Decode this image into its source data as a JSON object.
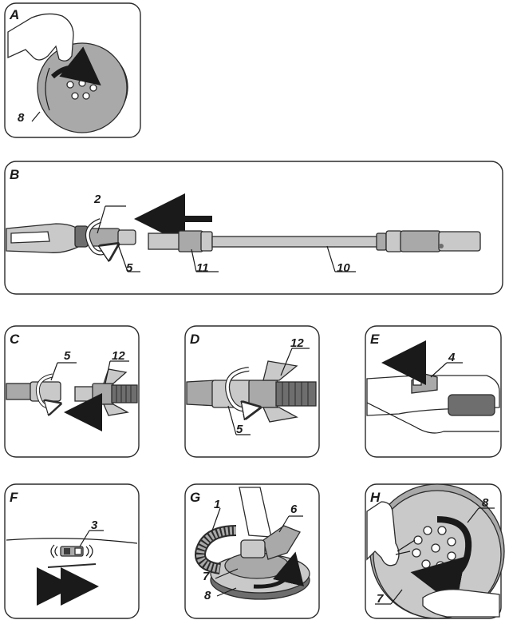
{
  "panels": {
    "a": {
      "label": "A",
      "callouts": [
        "8"
      ]
    },
    "b": {
      "label": "B",
      "callouts": [
        "2",
        "5",
        "11",
        "10"
      ]
    },
    "c": {
      "label": "C",
      "callouts": [
        "5",
        "12"
      ]
    },
    "d": {
      "label": "D",
      "callouts": [
        "12",
        "5"
      ]
    },
    "e": {
      "label": "E",
      "callouts": [
        "4"
      ]
    },
    "f": {
      "label": "F",
      "callouts": [
        "3"
      ]
    },
    "g": {
      "label": "G",
      "callouts": [
        "1",
        "6",
        "7",
        "8"
      ]
    },
    "h": {
      "label": "H",
      "callouts": [
        "8",
        "7"
      ]
    }
  },
  "colors": {
    "outline": "#2b2b2b",
    "light_gray": "#c9c9c9",
    "mid_gray": "#a9a9a9",
    "dark_gray": "#6e6e6e",
    "arrow": "#1a1a1a"
  },
  "icons": [
    "rotate-arrow-icon",
    "direction-arrow-icon",
    "double-arrow-icon",
    "hand-icon"
  ]
}
